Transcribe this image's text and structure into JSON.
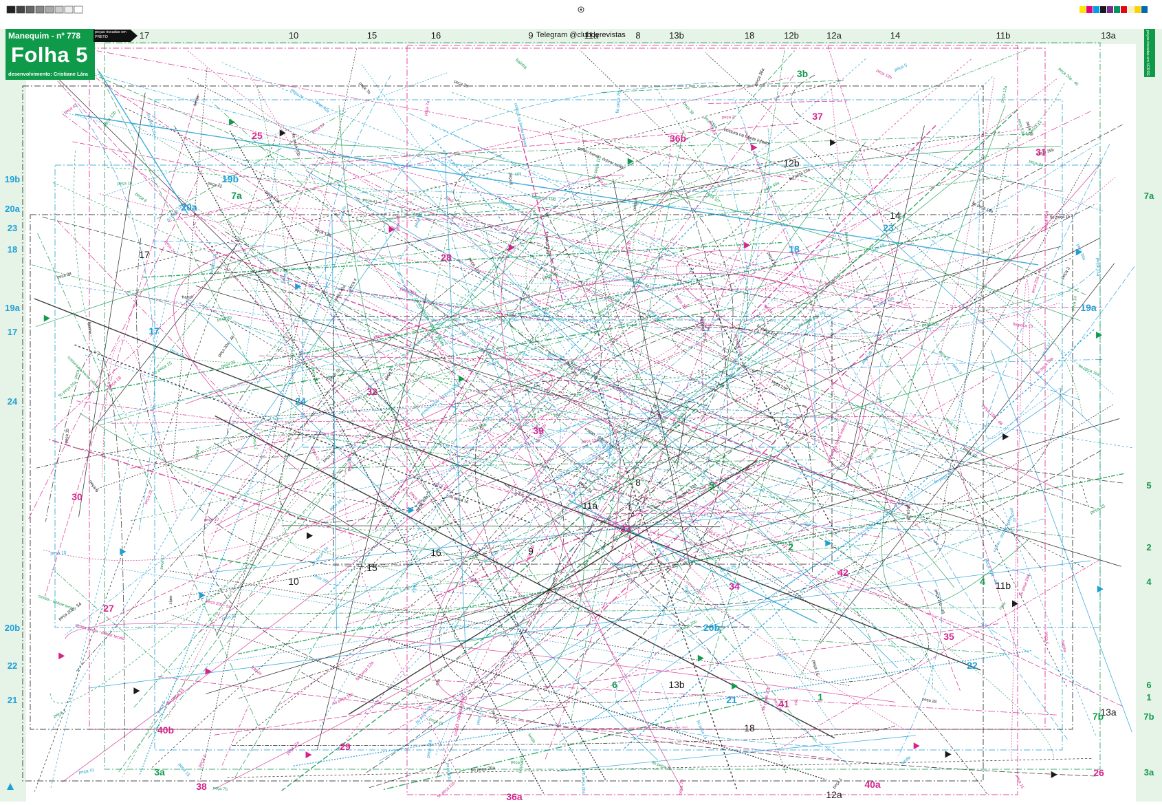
{
  "sheet": {
    "magazine": "Manequim - nº 778",
    "title": "Folha 5",
    "developer": "desenvolvimento: Cristiane Lára",
    "black_note": "peças riscadas em PRETO",
    "green_note": "peças riscadas em VERDE",
    "watermark": "Telegram @clubderevistas"
  },
  "colors": {
    "black": "#1a1a1a",
    "magenta": "#d4238c",
    "cyan": "#1e9fd6",
    "green": "#129a4c",
    "margin": "#e6f3e7"
  },
  "top_labels": [
    "17",
    "10",
    "15",
    "16",
    "9",
    "11a",
    "8",
    "13b",
    "18",
    "12b",
    "12a",
    "14",
    "11b",
    "13a"
  ],
  "left_labels": [
    "19b",
    "20a",
    "23",
    "18",
    "19a",
    "17",
    "24",
    "20b",
    "22",
    "21"
  ],
  "right_labels": [
    "3b",
    "7a",
    "5",
    "2",
    "4",
    "6",
    "1",
    "7b",
    "3a"
  ],
  "big_numbers_black": [
    "17",
    "12b",
    "14",
    "8",
    "11a",
    "16",
    "9",
    "10",
    "15",
    "11b",
    "13b",
    "18",
    "13a",
    "12a"
  ],
  "big_numbers_magenta": [
    "25",
    "36b",
    "37",
    "31",
    "28",
    "32",
    "39",
    "33",
    "42",
    "34",
    "35",
    "30",
    "27",
    "40b",
    "29",
    "41",
    "38",
    "40a",
    "26",
    "36a"
  ],
  "big_numbers_cyan": [
    "19b",
    "20a",
    "17",
    "24",
    "18",
    "23",
    "19a",
    "20b",
    "22",
    "21"
  ],
  "big_numbers_green": [
    "3b",
    "7a",
    "5",
    "2",
    "4",
    "6",
    "1",
    "7b",
    "3a"
  ],
  "small_piece_labels": [
    "peça 17",
    "peça 13b",
    "peça 11a",
    "fio peça 11b",
    "peça 20b - 54",
    "peça 19b - 48",
    "peça 20a - 46",
    "peça 36b",
    "peça 40b",
    "peça 38",
    "peça 3b",
    "peça 12b",
    "peça 14",
    "fio peça 14",
    "peça 15",
    "fio peça 15",
    "peça 16",
    "fio peça 16",
    "peça 13a",
    "fio peça 13a",
    "peça 12a",
    "fio peça 12a",
    "peça 10",
    "peça 8",
    "peça 9",
    "peça 28",
    "peça 29",
    "peça 33",
    "peça 36a",
    "peça 40a",
    "peça 41",
    "peça 42",
    "peça 7a",
    "peça 7b",
    "fio peça 7b",
    "peça 1",
    "peça 2",
    "peça 4",
    "peça 5",
    "peça 6",
    "fio peça 20a",
    "fio peça 20b",
    "fio peça 19a",
    "fio peça 19b",
    "peça 24",
    "peça 18",
    "zíper",
    "centro frente - dobrar tecido",
    "costura na frente inferior",
    "costas - dobrar tecido",
    "fenda",
    "bainha",
    "cós",
    "franzir"
  ]
}
